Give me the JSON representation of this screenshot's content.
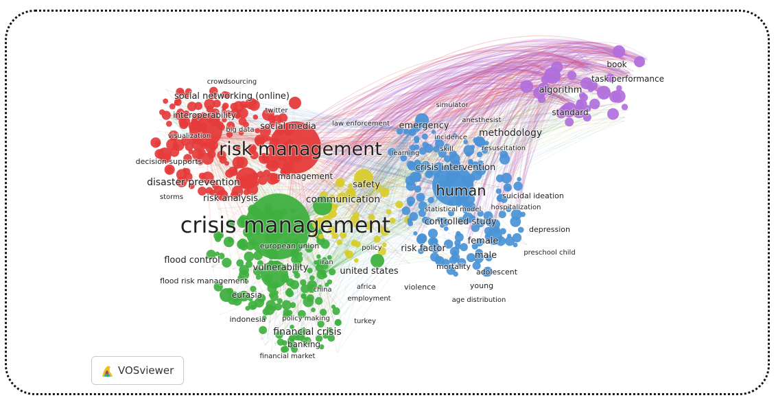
{
  "branding": {
    "name": "VOSviewer"
  },
  "colors": {
    "red": "#e53b3b",
    "green": "#3fb040",
    "blue": "#4a93d6",
    "yellow": "#d8cc2e",
    "purple": "#b16fdb"
  },
  "clusters": {
    "red": [
      "crowdsourcing",
      "social networking (online)",
      "interoperability",
      "twitter",
      "big data",
      "social media",
      "visualization",
      "risk management",
      "decision supports",
      "disaster prevention",
      "management",
      "storms",
      "risk analysis",
      "law enforcement"
    ],
    "green": [
      "crisis management",
      "european union",
      "flood control",
      "vulnerability",
      "iran",
      "flood risk management",
      "united states",
      "eurasia",
      "china",
      "africa",
      "employment",
      "indonesia",
      "policy making",
      "turkey",
      "financial crisis",
      "banking",
      "financial market"
    ],
    "yellow": [
      "safety",
      "communication",
      "policy",
      "learning"
    ],
    "blue": [
      "simulator",
      "emergency",
      "anesthesist",
      "incidence",
      "skill",
      "resuscitation",
      "crisis intervention",
      "human",
      "suicidal ideation",
      "hospitalization",
      "statistical model",
      "controlled study",
      "depression",
      "female",
      "risk factor",
      "preschool child",
      "male",
      "mortality",
      "adolescent",
      "violence",
      "young",
      "age distribution"
    ],
    "purple": [
      "book",
      "task performance",
      "algorithm",
      "standard",
      "methodology"
    ]
  }
}
